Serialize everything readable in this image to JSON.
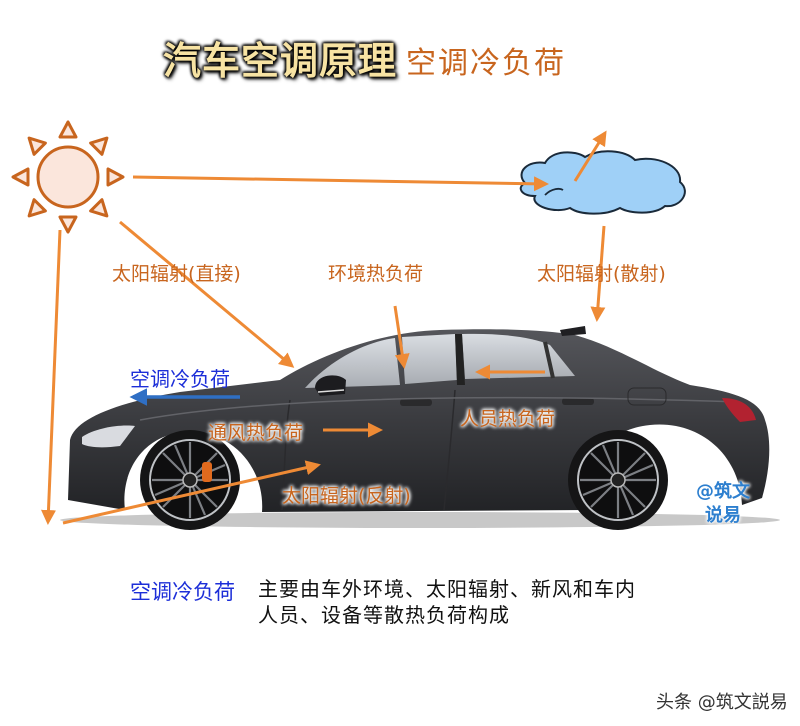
{
  "title": {
    "main": "汽车空调原理",
    "sub": "空调冷负荷"
  },
  "labels": {
    "solar_direct": "太阳辐射(直接)",
    "ambient_heat": "环境热负荷",
    "solar_scattered": "太阳辐射(散射)",
    "ac_cooling_load": "空调冷负荷",
    "ventilation_heat": "通风热负荷",
    "occupant_heat": "人员热负荷",
    "solar_reflected": "太阳辐射(反射)"
  },
  "watermark": {
    "line1": "@筑文",
    "line2": "说易"
  },
  "description": {
    "key": "空调冷负荷",
    "line1": "主要由车外环境、太阳辐射、新风和车内",
    "line2": "人员、设备等散热负荷构成"
  },
  "footer": {
    "source": "头条 @筑文説易"
  },
  "icons": {
    "sun": "sun-icon",
    "cloud": "cloud-icon",
    "car": "sedan-car-illustration"
  },
  "colors": {
    "arrow_orange": "#ee8a35",
    "arrow_blue": "#2f6fc4",
    "label_orange": "#c8651e",
    "label_blue": "#1c2ed8",
    "sun_stroke": "#c8651e",
    "sun_fill": "#fbe6dc",
    "cloud_fill": "#9fd0f7",
    "car_body": "#3a3b3f"
  }
}
